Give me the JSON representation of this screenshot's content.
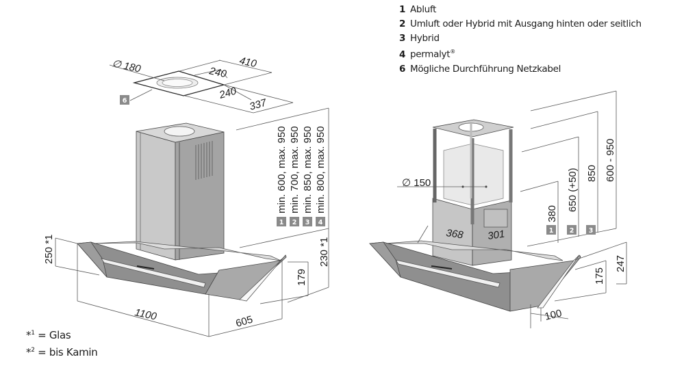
{
  "legend": {
    "items": [
      {
        "num": "1",
        "label": "Abluft"
      },
      {
        "num": "2",
        "label": "Umluft oder Hybrid mit Ausgang hinten oder seitlich"
      },
      {
        "num": "3",
        "label": "Hybrid"
      },
      {
        "num": "4",
        "label": "permalyt",
        "suffix": "®"
      },
      {
        "num": "6",
        "label": "Mögliche Durchführung Netzkabel"
      }
    ]
  },
  "notes": [
    {
      "mark": "*",
      "sup": "1",
      "text": " = Glas"
    },
    {
      "mark": "*",
      "sup": "2",
      "text": " = bis Kamin"
    }
  ],
  "left_view": {
    "ceiling_plate": {
      "diameter": "∅ 180",
      "dim_410": "410",
      "dim_240_top": "240",
      "dim_240_bottom": "240",
      "dim_337": "337",
      "badge": "6"
    },
    "heights": [
      "min. 600, max. 950",
      "min. 700, max. 950",
      "min. 850, max. 950",
      "min. 800, max. 950"
    ],
    "height_badges": [
      "1",
      "2",
      "3",
      "4"
    ],
    "dim_250": "250 *1",
    "dim_230": "230 *1",
    "dim_179": "179",
    "dim_1100": "1100",
    "dim_605": "605"
  },
  "right_view": {
    "diameter": "∅ 150",
    "dim_368": "368",
    "dim_301": "301",
    "heights": [
      "380",
      "650 (+50)",
      "850",
      "600 - 950"
    ],
    "height_badges": [
      "1",
      "2",
      "3"
    ],
    "dim_175": "175",
    "dim_247": "247",
    "dim_100": "100"
  },
  "colors": {
    "badge": "#8a8a8a",
    "line": "#555555",
    "hood_front": "#8f8f8f",
    "chimney_front": "#c8c8c8",
    "chimney_side": "#a6a6a6"
  }
}
